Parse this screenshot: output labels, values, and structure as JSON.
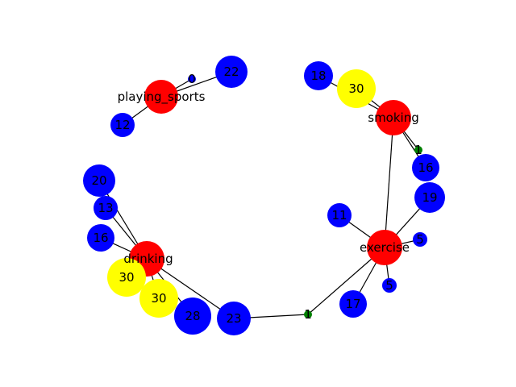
{
  "colors": {
    "category": "#ff0000",
    "person": "#0000ff",
    "highlight": "#ffff00",
    "small": "#008000",
    "edge": "#000000"
  },
  "nodes": [
    {
      "id": "playing_sports",
      "label": "playing_sports",
      "kind": "category"
    },
    {
      "id": "ps_0",
      "label": "0",
      "kind": "person"
    },
    {
      "id": "ps_22",
      "label": "22",
      "kind": "person"
    },
    {
      "id": "ps_12",
      "label": "12",
      "kind": "person"
    },
    {
      "id": "smoking",
      "label": "smoking",
      "kind": "category"
    },
    {
      "id": "sm_18",
      "label": "18",
      "kind": "person"
    },
    {
      "id": "sm_30",
      "label": "30",
      "kind": "highlight"
    },
    {
      "id": "exercise",
      "label": "exercise",
      "kind": "category"
    },
    {
      "id": "ex_1",
      "label": "1",
      "kind": "small"
    },
    {
      "id": "ex_16",
      "label": "16",
      "kind": "person"
    },
    {
      "id": "ex_19",
      "label": "19",
      "kind": "person"
    },
    {
      "id": "ex_11",
      "label": "11",
      "kind": "person"
    },
    {
      "id": "ex_5a",
      "label": "5",
      "kind": "person"
    },
    {
      "id": "ex_5b",
      "label": "5",
      "kind": "person"
    },
    {
      "id": "ex_17",
      "label": "17",
      "kind": "person"
    },
    {
      "id": "mid_1",
      "label": "1",
      "kind": "small"
    },
    {
      "id": "drinking",
      "label": "drinking",
      "kind": "category"
    },
    {
      "id": "dr_20",
      "label": "20",
      "kind": "person"
    },
    {
      "id": "dr_13",
      "label": "13",
      "kind": "person"
    },
    {
      "id": "dr_16",
      "label": "16",
      "kind": "person"
    },
    {
      "id": "dr_30a",
      "label": "30",
      "kind": "highlight"
    },
    {
      "id": "dr_30b",
      "label": "30",
      "kind": "highlight"
    },
    {
      "id": "dr_28",
      "label": "28",
      "kind": "person"
    },
    {
      "id": "dr_23",
      "label": "23",
      "kind": "person"
    }
  ],
  "edges": [
    [
      "playing_sports",
      "ps_0"
    ],
    [
      "playing_sports",
      "ps_22"
    ],
    [
      "playing_sports",
      "ps_12"
    ],
    [
      "smoking",
      "sm_18"
    ],
    [
      "smoking",
      "sm_30"
    ],
    [
      "smoking",
      "ex_1"
    ],
    [
      "smoking",
      "ex_16"
    ],
    [
      "smoking",
      "exercise"
    ],
    [
      "exercise",
      "ex_19"
    ],
    [
      "exercise",
      "ex_11"
    ],
    [
      "exercise",
      "ex_5a"
    ],
    [
      "exercise",
      "ex_5b"
    ],
    [
      "exercise",
      "ex_17"
    ],
    [
      "exercise",
      "mid_1"
    ],
    [
      "mid_1",
      "dr_23"
    ],
    [
      "drinking",
      "dr_20"
    ],
    [
      "drinking",
      "dr_13"
    ],
    [
      "drinking",
      "dr_16"
    ],
    [
      "drinking",
      "dr_30a"
    ],
    [
      "drinking",
      "dr_30b"
    ],
    [
      "drinking",
      "dr_28"
    ],
    [
      "drinking",
      "dr_23"
    ]
  ]
}
